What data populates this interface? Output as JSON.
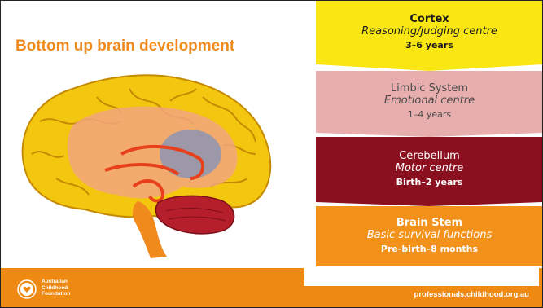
{
  "slide": {
    "title": "Bottom up brain development"
  },
  "bands": {
    "cortex": {
      "name": "Cortex",
      "role": "Reasoning/judging centre",
      "age": "3–6 years",
      "color": "#f9e613"
    },
    "limbic": {
      "name": "Limbic System",
      "role": "Emotional centre",
      "age": "1–4 years",
      "color": "#e8aeae"
    },
    "cerebellum": {
      "name": "Cerebellum",
      "role": "Motor centre",
      "age": "Birth–2 years",
      "color": "#8a0f1f"
    },
    "brainstem": {
      "name": "Brain Stem",
      "role": "Basic survival functions",
      "age": "Pre-birth–8 months",
      "color": "#f3921a"
    }
  },
  "footer": {
    "logo_lines": [
      "Australian",
      "Childhood",
      "Foundation"
    ],
    "url": "professionals.childhood.org.au",
    "color": "#ee8a14"
  },
  "icons": [
    "heart-logo-icon",
    "brain-illustration"
  ]
}
